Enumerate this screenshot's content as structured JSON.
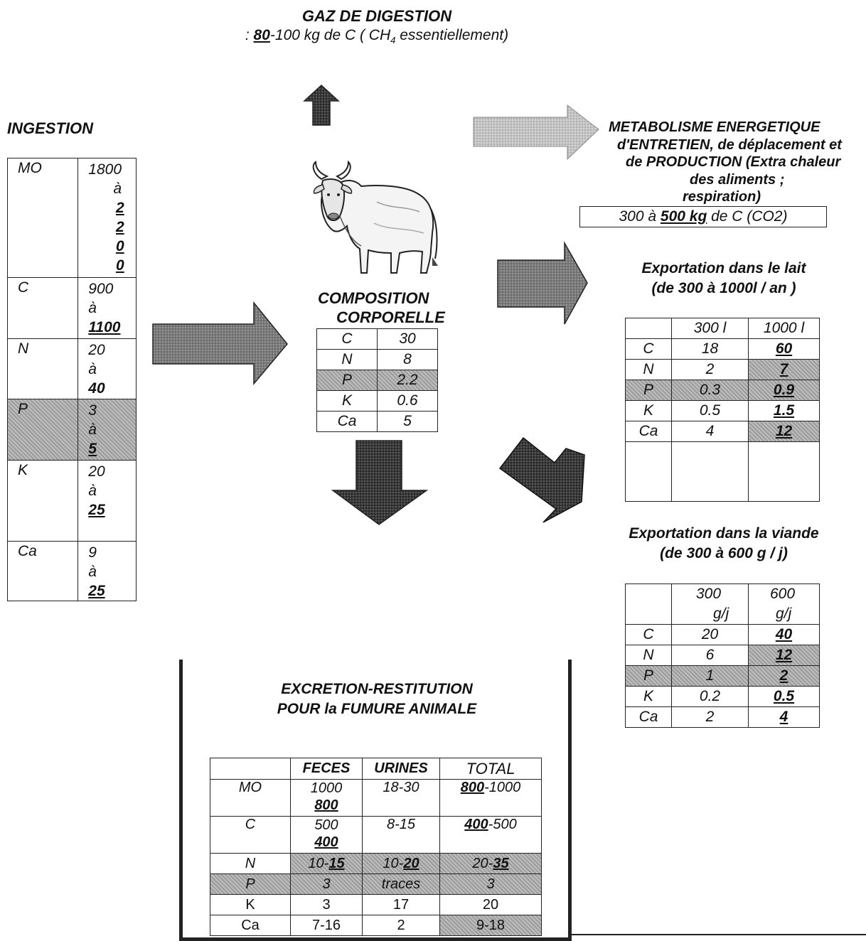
{
  "gaz": {
    "title": "GAZ DE DIGESTION",
    "prefix": ":",
    "value": "80",
    "rest": "-100 kg de C ( CH",
    "sub": "4",
    "tail": " essentiellement)"
  },
  "ingestion": {
    "title": "INGESTION",
    "rows": [
      {
        "el": "MO",
        "lo": "1800",
        "a": "à",
        "hi": "2200"
      },
      {
        "el": "C",
        "lo": "900",
        "a": "à",
        "hi": "1100"
      },
      {
        "el": "N",
        "lo": "20",
        "a": "à",
        "hi": "40"
      },
      {
        "el": "P",
        "lo": "3",
        "a": "à",
        "hi": "5"
      },
      {
        "el": "K",
        "lo": "20",
        "a": "à",
        "hi": "25"
      },
      {
        "el": "Ca",
        "lo": "9",
        "a": "à",
        "hi": "25"
      }
    ]
  },
  "metabolisme": {
    "line1": "METABOLISME ENERGETIQUE",
    "line2": "d'ENTRETIEN, de déplacement  et",
    "line3": "de PRODUCTION (Extra chaleur",
    "line4": "des aliments ;",
    "line5": "respiration)",
    "box_pre": "300 à ",
    "box_val": "500 kg",
    "box_post": " de C (CO2)"
  },
  "composition": {
    "line1": "COMPOSITION",
    "line2": "CORPORELLE",
    "rows": [
      {
        "el": "C",
        "v": "30"
      },
      {
        "el": "N",
        "v": "8"
      },
      {
        "el": "P",
        "v": "2.2"
      },
      {
        "el": "K",
        "v": "0.6"
      },
      {
        "el": "Ca",
        "v": "5"
      }
    ]
  },
  "lait": {
    "title": "Exportation dans le lait",
    "subtitle": "(de 300 à 1000l / an )",
    "col1": "300 l",
    "col2": "1000 l",
    "rows": [
      {
        "el": "C",
        "a": "18",
        "b": "60"
      },
      {
        "el": "N",
        "a": "2",
        "b": "7"
      },
      {
        "el": "P",
        "a": "0.3",
        "b": "0.9"
      },
      {
        "el": "K",
        "a": "0.5",
        "b": "1.5"
      },
      {
        "el": "Ca",
        "a": "4",
        "b": "12"
      }
    ]
  },
  "viande": {
    "title": "Exportation dans la viande",
    "subtitle": "(de 300 à 600 g / j)",
    "col1a": "300",
    "col1b": "g/j",
    "col2a": "600",
    "col2b": "g/j",
    "rows": [
      {
        "el": "C",
        "a": "20",
        "b": "40"
      },
      {
        "el": "N",
        "a": "6",
        "b": "12"
      },
      {
        "el": "P",
        "a": "1",
        "b": "2"
      },
      {
        "el": "K",
        "a": "0.2",
        "b": "0.5"
      },
      {
        "el": "Ca",
        "a": "2",
        "b": "4"
      }
    ]
  },
  "excretion": {
    "line1": "EXCRETION-RESTITUTION",
    "line2": "POUR la FUMURE ANIMALE",
    "h_feces": "FECES",
    "h_urines": "URINES",
    "h_total": "TOTAL",
    "mo": {
      "el": "MO",
      "f1": "1000",
      "f2": "800",
      "u": "18-30",
      "t1": "800",
      "t2": "-1000"
    },
    "c": {
      "el": "C",
      "f1": "500",
      "f2": "400",
      "u": "8-15",
      "t1": "400",
      "t2": "-500"
    },
    "n": {
      "el": "N",
      "f1": "10-",
      "f2": "15",
      "u1": "10-",
      "u2": "20",
      "t1": "20-",
      "t2": "35"
    },
    "p": {
      "el": "P",
      "f": "3",
      "u": "traces",
      "t": "3"
    },
    "k": {
      "el": "K",
      "f": "3",
      "u": "17",
      "t": "20"
    },
    "ca": {
      "el": "Ca",
      "f": "7-16",
      "u": "2",
      "t": "9-18"
    }
  }
}
